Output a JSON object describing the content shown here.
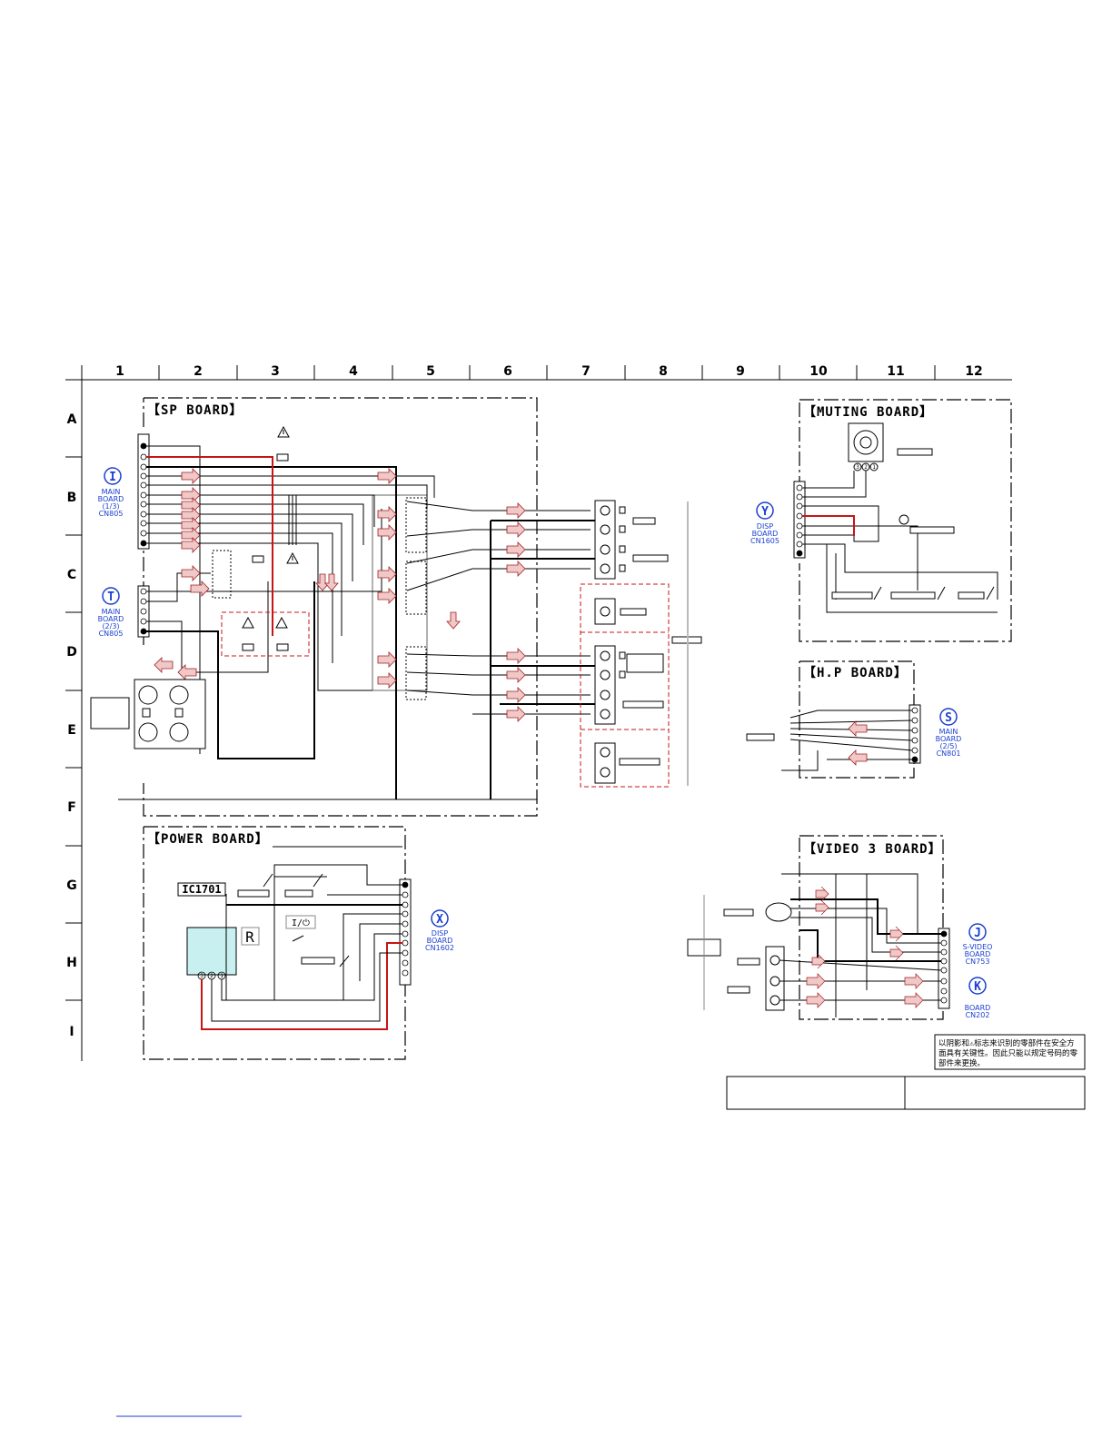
{
  "grid": {
    "columns": [
      "1",
      "2",
      "3",
      "4",
      "5",
      "6",
      "7",
      "8",
      "9",
      "10",
      "11",
      "12"
    ],
    "rows": [
      "A",
      "B",
      "C",
      "D",
      "E",
      "F",
      "G",
      "H",
      "I"
    ]
  },
  "boards": {
    "sp": "【SP BOARD】",
    "muting": "【MUTING BOARD】",
    "hp": "【H.P BOARD】",
    "power": "【POWER BOARD】",
    "video3": "【VIDEO 3 BOARD】"
  },
  "ic": {
    "label": "IC1701",
    "power_symbol": "I/⏻",
    "remote_letter": "R"
  },
  "connectors": {
    "i": {
      "letter": "I",
      "lines": [
        "MAIN",
        "BOARD",
        "(1/3)",
        "CN805"
      ]
    },
    "t": {
      "letter": "T",
      "lines": [
        "MAIN",
        "BOARD",
        "(2/3)",
        "CN805"
      ]
    },
    "y": {
      "letter": "Y",
      "lines": [
        "DISP",
        "BOARD",
        "CN1605"
      ]
    },
    "s": {
      "letter": "S",
      "lines": [
        "MAIN",
        "BOARD",
        "(2/5)",
        "CN801"
      ]
    },
    "x": {
      "letter": "X",
      "lines": [
        "DISP",
        "BOARD",
        "CN1602"
      ]
    },
    "j": {
      "letter": "J",
      "lines": [
        "S-VIDEO",
        "BOARD",
        "CN753"
      ]
    },
    "k": {
      "letter": "K",
      "lines": [
        "BOARD",
        "CN202"
      ]
    }
  },
  "potentiometer_pins": [
    "3",
    "2",
    "1"
  ],
  "ic_pins": [
    "3",
    "2",
    "1"
  ],
  "note": {
    "lines": [
      "以阴影和⚠标志来识别的零部件在安全方",
      "面具有关键性。因此只能以规定号码的零",
      "部件来更换。"
    ]
  },
  "colors": {
    "signal_red": "#c81414",
    "arrow_fill": "#f0c8c8",
    "arrow_stroke": "#a02020",
    "connector_blue": "#1a3fd0",
    "ic_fill": "#c8f0f0"
  }
}
